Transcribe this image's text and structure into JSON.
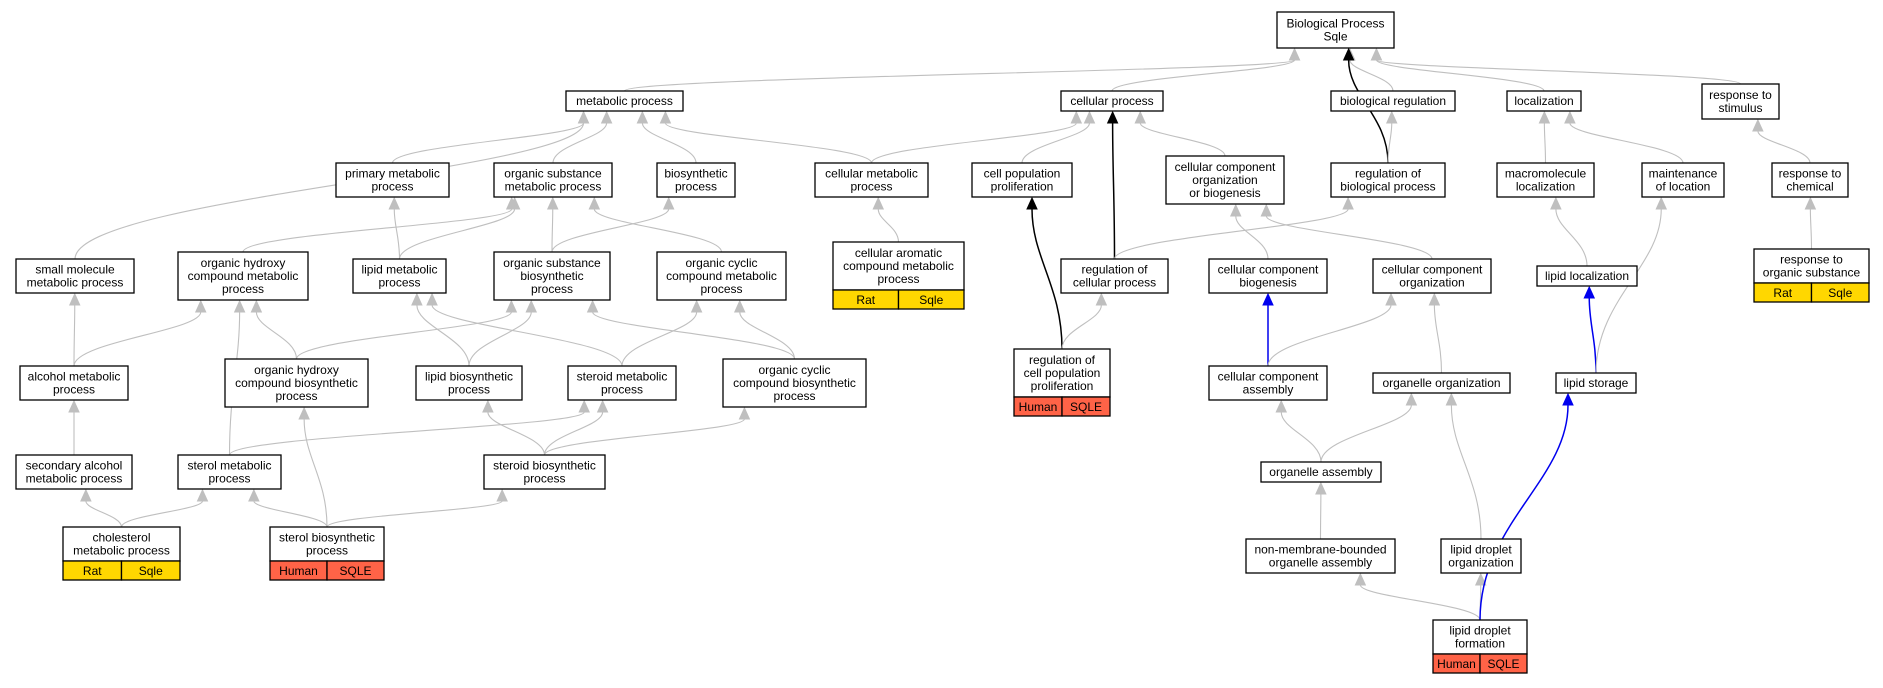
{
  "diagram": {
    "nodes": [
      {
        "id": "bp",
        "lines": [
          "Biological Process",
          "Sqle"
        ]
      },
      {
        "id": "metabolic",
        "lines": [
          "metabolic process"
        ]
      },
      {
        "id": "cellular",
        "lines": [
          "cellular process"
        ]
      },
      {
        "id": "bioreg",
        "lines": [
          "biological regulation"
        ]
      },
      {
        "id": "localization",
        "lines": [
          "localization"
        ]
      },
      {
        "id": "response_stim",
        "lines": [
          "response to",
          "stimulus"
        ]
      },
      {
        "id": "primary_met",
        "lines": [
          "primary metabolic",
          "process"
        ]
      },
      {
        "id": "org_sub_met",
        "lines": [
          "organic substance",
          "metabolic process"
        ]
      },
      {
        "id": "biosynthetic",
        "lines": [
          "biosynthetic",
          "process"
        ]
      },
      {
        "id": "cell_met",
        "lines": [
          "cellular metabolic",
          "process"
        ]
      },
      {
        "id": "cell_pop_prolif",
        "lines": [
          "cell population",
          "proliferation"
        ]
      },
      {
        "id": "ccob",
        "lines": [
          "cellular component",
          "organization",
          "or biogenesis"
        ]
      },
      {
        "id": "reg_bio",
        "lines": [
          "regulation of",
          "biological process"
        ]
      },
      {
        "id": "macro_loc",
        "lines": [
          "macromolecule",
          "localization"
        ]
      },
      {
        "id": "maint_loc",
        "lines": [
          "maintenance",
          "of location"
        ]
      },
      {
        "id": "resp_chem",
        "lines": [
          "response to",
          "chemical"
        ]
      },
      {
        "id": "small_mol",
        "lines": [
          "small molecule",
          "metabolic process"
        ]
      },
      {
        "id": "org_hydroxy_met",
        "lines": [
          "organic hydroxy",
          "compound metabolic",
          "process"
        ]
      },
      {
        "id": "lipid_met",
        "lines": [
          "lipid metabolic",
          "process"
        ]
      },
      {
        "id": "org_sub_bio",
        "lines": [
          "organic substance",
          "biosynthetic",
          "process"
        ]
      },
      {
        "id": "org_cyclic_met",
        "lines": [
          "organic cyclic",
          "compound metabolic",
          "process"
        ]
      },
      {
        "id": "cell_arom",
        "lines": [
          "cellular aromatic",
          "compound metabolic",
          "process"
        ],
        "badges": [
          {
            "label": "Rat",
            "color": "gold"
          },
          {
            "label": "Sqle",
            "color": "gold"
          }
        ]
      },
      {
        "id": "reg_cell",
        "lines": [
          "regulation of",
          "cellular process"
        ]
      },
      {
        "id": "cc_biogen",
        "lines": [
          "cellular component",
          "biogenesis"
        ]
      },
      {
        "id": "cc_org",
        "lines": [
          "cellular component",
          "organization"
        ]
      },
      {
        "id": "lipid_loc",
        "lines": [
          "lipid localization"
        ]
      },
      {
        "id": "resp_org_sub",
        "lines": [
          "response to",
          "organic substance"
        ],
        "badges": [
          {
            "label": "Rat",
            "color": "gold"
          },
          {
            "label": "Sqle",
            "color": "gold"
          }
        ]
      },
      {
        "id": "alcohol_met",
        "lines": [
          "alcohol metabolic",
          "process"
        ]
      },
      {
        "id": "org_hydroxy_bio",
        "lines": [
          "organic hydroxy",
          "compound biosynthetic",
          "process"
        ]
      },
      {
        "id": "lipid_bio",
        "lines": [
          "lipid biosynthetic",
          "process"
        ]
      },
      {
        "id": "steroid_met",
        "lines": [
          "steroid metabolic",
          "process"
        ]
      },
      {
        "id": "org_cyclic_bio",
        "lines": [
          "organic cyclic",
          "compound biosynthetic",
          "process"
        ]
      },
      {
        "id": "reg_cell_pop",
        "lines": [
          "regulation of",
          "cell population",
          "proliferation"
        ],
        "badges": [
          {
            "label": "Human",
            "color": "red"
          },
          {
            "label": "SQLE",
            "color": "red"
          }
        ]
      },
      {
        "id": "cc_assembly",
        "lines": [
          "cellular component",
          "assembly"
        ]
      },
      {
        "id": "organelle_org",
        "lines": [
          "organelle organization"
        ]
      },
      {
        "id": "lipid_storage",
        "lines": [
          "lipid storage"
        ]
      },
      {
        "id": "sec_alcohol",
        "lines": [
          "secondary alcohol",
          "metabolic process"
        ]
      },
      {
        "id": "sterol_met",
        "lines": [
          "sterol metabolic",
          "process"
        ]
      },
      {
        "id": "steroid_bio",
        "lines": [
          "steroid biosynthetic",
          "process"
        ]
      },
      {
        "id": "organelle_assembly",
        "lines": [
          "organelle assembly"
        ]
      },
      {
        "id": "cholesterol",
        "lines": [
          "cholesterol",
          "metabolic process"
        ],
        "badges": [
          {
            "label": "Rat",
            "color": "gold"
          },
          {
            "label": "Sqle",
            "color": "gold"
          }
        ]
      },
      {
        "id": "sterol_bio",
        "lines": [
          "sterol biosynthetic",
          "process"
        ],
        "badges": [
          {
            "label": "Human",
            "color": "red"
          },
          {
            "label": "SQLE",
            "color": "red"
          }
        ]
      },
      {
        "id": "nonmem",
        "lines": [
          "non-membrane-bounded",
          "organelle assembly"
        ]
      },
      {
        "id": "ld_org",
        "lines": [
          "lipid droplet",
          "organization"
        ]
      },
      {
        "id": "ld_form",
        "lines": [
          "lipid droplet",
          "formation"
        ],
        "badges": [
          {
            "label": "Human",
            "color": "red"
          },
          {
            "label": "SQLE",
            "color": "red"
          }
        ]
      }
    ],
    "edges": [
      {
        "from": "metabolic",
        "to": "bp",
        "color": "gray"
      },
      {
        "from": "cellular",
        "to": "bp",
        "color": "gray"
      },
      {
        "from": "bioreg",
        "to": "bp",
        "color": "gray"
      },
      {
        "from": "localization",
        "to": "bp",
        "color": "gray"
      },
      {
        "from": "response_stim",
        "to": "bp",
        "color": "gray"
      },
      {
        "from": "reg_bio",
        "to": "bp",
        "color": "black"
      },
      {
        "from": "reg_bio",
        "to": "bioreg",
        "color": "gray"
      },
      {
        "from": "primary_met",
        "to": "metabolic",
        "color": "gray"
      },
      {
        "from": "org_sub_met",
        "to": "metabolic",
        "color": "gray"
      },
      {
        "from": "biosynthetic",
        "to": "metabolic",
        "color": "gray"
      },
      {
        "from": "cell_met",
        "to": "metabolic",
        "color": "gray"
      },
      {
        "from": "small_mol",
        "to": "metabolic",
        "color": "gray"
      },
      {
        "from": "cell_met",
        "to": "cellular",
        "color": "gray"
      },
      {
        "from": "cell_pop_prolif",
        "to": "cellular",
        "color": "gray"
      },
      {
        "from": "ccob",
        "to": "cellular",
        "color": "gray"
      },
      {
        "from": "reg_cell",
        "to": "cellular",
        "color": "black"
      },
      {
        "from": "reg_cell",
        "to": "reg_bio",
        "color": "gray"
      },
      {
        "from": "macro_loc",
        "to": "localization",
        "color": "gray"
      },
      {
        "from": "maint_loc",
        "to": "localization",
        "color": "gray"
      },
      {
        "from": "resp_chem",
        "to": "response_stim",
        "color": "gray"
      },
      {
        "from": "resp_org_sub",
        "to": "resp_chem",
        "color": "gray"
      },
      {
        "from": "cell_arom",
        "to": "cell_met",
        "color": "gray"
      },
      {
        "from": "lipid_met",
        "to": "primary_met",
        "color": "gray"
      },
      {
        "from": "lipid_met",
        "to": "org_sub_met",
        "color": "gray"
      },
      {
        "from": "org_hydroxy_met",
        "to": "org_sub_met",
        "color": "gray"
      },
      {
        "from": "org_sub_bio",
        "to": "org_sub_met",
        "color": "gray"
      },
      {
        "from": "org_cyclic_met",
        "to": "org_sub_met",
        "color": "gray"
      },
      {
        "from": "org_sub_bio",
        "to": "biosynthetic",
        "color": "gray"
      },
      {
        "from": "alcohol_met",
        "to": "small_mol",
        "color": "gray"
      },
      {
        "from": "alcohol_met",
        "to": "org_hydroxy_met",
        "color": "gray"
      },
      {
        "from": "org_hydroxy_bio",
        "to": "org_hydroxy_met",
        "color": "gray"
      },
      {
        "from": "org_hydroxy_bio",
        "to": "org_sub_bio",
        "color": "gray"
      },
      {
        "from": "lipid_bio",
        "to": "lipid_met",
        "color": "gray"
      },
      {
        "from": "lipid_bio",
        "to": "org_sub_bio",
        "color": "gray"
      },
      {
        "from": "steroid_met",
        "to": "lipid_met",
        "color": "gray"
      },
      {
        "from": "steroid_met",
        "to": "org_cyclic_met",
        "color": "gray"
      },
      {
        "from": "org_cyclic_bio",
        "to": "org_sub_bio",
        "color": "gray"
      },
      {
        "from": "org_cyclic_bio",
        "to": "org_cyclic_met",
        "color": "gray"
      },
      {
        "from": "sec_alcohol",
        "to": "alcohol_met",
        "color": "gray"
      },
      {
        "from": "sterol_met",
        "to": "org_hydroxy_met",
        "color": "gray"
      },
      {
        "from": "sterol_met",
        "to": "steroid_met",
        "color": "gray"
      },
      {
        "from": "steroid_bio",
        "to": "lipid_bio",
        "color": "gray"
      },
      {
        "from": "steroid_bio",
        "to": "steroid_met",
        "color": "gray"
      },
      {
        "from": "steroid_bio",
        "to": "org_cyclic_bio",
        "color": "gray"
      },
      {
        "from": "cholesterol",
        "to": "sec_alcohol",
        "color": "gray"
      },
      {
        "from": "cholesterol",
        "to": "sterol_met",
        "color": "gray"
      },
      {
        "from": "sterol_bio",
        "to": "sterol_met",
        "color": "gray"
      },
      {
        "from": "sterol_bio",
        "to": "org_hydroxy_bio",
        "color": "gray"
      },
      {
        "from": "sterol_bio",
        "to": "steroid_bio",
        "color": "gray"
      },
      {
        "from": "reg_cell_pop",
        "to": "cell_pop_prolif",
        "color": "black"
      },
      {
        "from": "reg_cell_pop",
        "to": "reg_cell",
        "color": "gray"
      },
      {
        "from": "cc_biogen",
        "to": "ccob",
        "color": "gray"
      },
      {
        "from": "cc_org",
        "to": "ccob",
        "color": "gray"
      },
      {
        "from": "cc_assembly",
        "to": "cc_biogen",
        "color": "blue"
      },
      {
        "from": "cc_assembly",
        "to": "cc_org",
        "color": "gray"
      },
      {
        "from": "organelle_org",
        "to": "cc_org",
        "color": "gray"
      },
      {
        "from": "organelle_assembly",
        "to": "cc_assembly",
        "color": "gray"
      },
      {
        "from": "organelle_assembly",
        "to": "organelle_org",
        "color": "gray"
      },
      {
        "from": "nonmem",
        "to": "organelle_assembly",
        "color": "gray"
      },
      {
        "from": "ld_org",
        "to": "organelle_org",
        "color": "gray"
      },
      {
        "from": "ld_form",
        "to": "nonmem",
        "color": "gray"
      },
      {
        "from": "ld_form",
        "to": "ld_org",
        "color": "gray"
      },
      {
        "from": "ld_form",
        "to": "lipid_storage",
        "color": "blue"
      },
      {
        "from": "lipid_loc",
        "to": "macro_loc",
        "color": "gray"
      },
      {
        "from": "lipid_storage",
        "to": "lipid_loc",
        "color": "blue"
      },
      {
        "from": "lipid_storage",
        "to": "maint_loc",
        "color": "gray"
      }
    ]
  },
  "colors": {
    "gray": "#bfbfbf",
    "black": "#000000",
    "blue": "#0000ee",
    "gold": "#ffd700",
    "red": "#ff6347",
    "node_border": "#000000",
    "node_fill": "#ffffff"
  }
}
